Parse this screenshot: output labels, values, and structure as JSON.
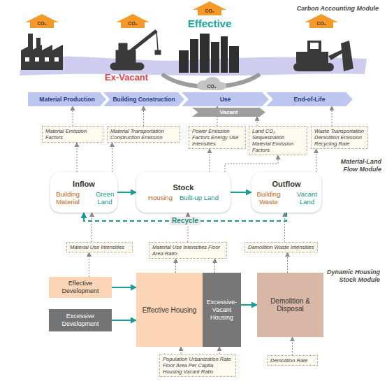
{
  "diagram": {
    "nodes": [
      {
        "text": [
          "Carbon Accounting Module"
        ]
      },
      {
        "text": [
          "Material Production"
        ],
        "in": 0
      },
      {
        "text": [
          "Building Construction"
        ],
        "in": 0
      },
      {
        "text": [
          "Use"
        ],
        "in": 0
      },
      {
        "text": [
          "Vacant"
        ],
        "in": 0
      },
      {
        "text": [
          "End-of-Life"
        ],
        "in": 0
      },
      {
        "text": [
          "Material Emission Factors"
        ]
      },
      {
        "text": [
          "Material Transportation Construction Emission"
        ]
      },
      {
        "text": [
          "Power Emission Factors Energy Use Intensities"
        ]
      },
      {
        "text": [
          "Land CO₂ Sequestration Material Emission Factors"
        ]
      },
      {
        "text": [
          "Waste Transportation Demolition Emission Recycling Rate"
        ]
      },
      {
        "text": [
          "Material-Land Flow Module"
        ]
      },
      {
        "text": [
          "Inflow",
          "Building Material",
          "Green Land"
        ],
        "in": 11
      },
      {
        "text": [
          "Stock",
          "Housing",
          "Built-up Land"
        ],
        "in": 11
      },
      {
        "text": [
          "Outflow",
          "Building Waste",
          "Vacant Land"
        ],
        "in": 11
      },
      {
        "text": [
          "Material Use Intensities"
        ]
      },
      {
        "text": [
          "Material Use Intensities Floor Area Ratio"
        ]
      },
      {
        "text": [
          "Demolition Waste Intensities"
        ]
      },
      {
        "text": [
          "Dynamic Housing Stock Module"
        ]
      },
      {
        "text": [
          "Effective Development"
        ],
        "in": 18
      },
      {
        "text": [
          "Excessive Development"
        ],
        "in": 18
      },
      {
        "text": [
          "Effective Housing"
        ],
        "in": 18
      },
      {
        "text": [
          "Excessive-Vacant Housing"
        ],
        "in": 18
      },
      {
        "text": [
          "Demolition & Disposal"
        ],
        "in": 18
      },
      {
        "text": [
          "Population Urbanization Rate Floor Area Per Capita Housing Vacant Ratio"
        ]
      },
      {
        "text": [
          "Demolition Rate"
        ]
      }
    ],
    "edges": [
      {
        "from": 6,
        "to": 1,
        "arrow": "to"
      },
      {
        "from": 7,
        "to": 2,
        "arrow": "to"
      },
      {
        "from": 8,
        "to": 3,
        "arrow": "to"
      },
      {
        "from": 9,
        "to": 4,
        "arrow": "to"
      },
      {
        "from": 10,
        "to": 5,
        "arrow": "to"
      },
      {
        "from": 12,
        "to": 6,
        "arrow": "to"
      },
      {
        "from": 12,
        "to": 7,
        "arrow": "to"
      },
      {
        "from": 13,
        "to": 8,
        "arrow": "to"
      },
      {
        "from": 13,
        "to": 9,
        "arrow": "to"
      },
      {
        "from": 14,
        "to": 10,
        "arrow": "to"
      },
      {
        "from": 15,
        "to": 12,
        "arrow": "to"
      },
      {
        "from": 16,
        "to": 13,
        "arrow": "to"
      },
      {
        "from": 17,
        "to": 14,
        "arrow": "to"
      },
      {
        "from": 19,
        "to": 15,
        "arrow": "to"
      },
      {
        "from": 21,
        "to": 16,
        "arrow": "to"
      },
      {
        "from": 22,
        "to": 16,
        "arrow": "to"
      },
      {
        "from": 23,
        "to": 17,
        "arrow": "to"
      },
      {
        "from": 24,
        "to": 21,
        "arrow": "to"
      },
      {
        "from": 24,
        "to": 22,
        "arrow": "to"
      },
      {
        "from": 25,
        "to": 23,
        "arrow": "to"
      },
      {
        "from": 12,
        "to": 13,
        "arrow": "to"
      },
      {
        "from": 13,
        "to": 14,
        "arrow": "to"
      },
      {
        "from": 14,
        "to": 12,
        "label": "Recycle",
        "arrow": "to"
      },
      {
        "from": 19,
        "to": 21,
        "arrow": "to"
      },
      {
        "from": 20,
        "to": 21,
        "arrow": "to"
      },
      {
        "from": 22,
        "to": 23,
        "arrow": "to"
      }
    ],
    "labels": [
      "CO₂",
      "CO₂",
      "CO₂",
      "CO₂",
      "Effective",
      "Ex-Vacant",
      "CO₂"
    ]
  }
}
